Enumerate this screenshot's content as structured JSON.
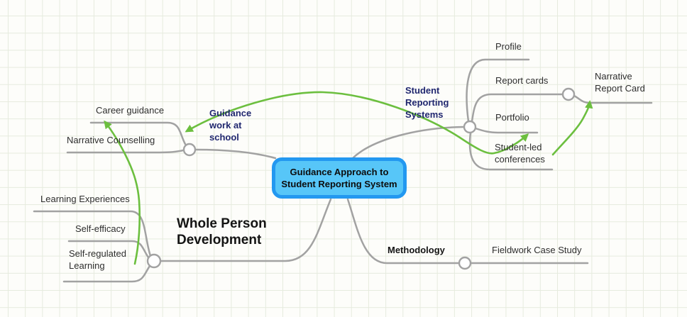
{
  "app": {
    "type": "mind-map"
  },
  "root": {
    "label": "Guidance Approach to Student Reporting System"
  },
  "branches": [
    {
      "label": "Guidance work at school",
      "children": [
        {
          "label": "Career guidance"
        },
        {
          "label": "Narrative Counselling"
        }
      ]
    },
    {
      "label": "Student Reporting Systems",
      "children": [
        {
          "label": "Profile"
        },
        {
          "label": "Report cards",
          "children": [
            {
              "label": "Narrative Report Card"
            }
          ]
        },
        {
          "label": "Portfolio"
        },
        {
          "label": "Student-led conferences"
        }
      ]
    },
    {
      "label": "Whole Person Development",
      "children": [
        {
          "label": "Learning Experiences"
        },
        {
          "label": "Self-efficacy"
        },
        {
          "label": "Self-regulated Learning"
        }
      ]
    },
    {
      "label": "Methodology",
      "children": [
        {
          "label": "Fieldwork Case Study"
        }
      ]
    }
  ],
  "relationships": [
    {
      "from": "Guidance work at school",
      "to": "Student-led conferences",
      "heads": "both"
    },
    {
      "from": "Student-led conferences",
      "to": "Narrative Report Card",
      "heads": "end"
    },
    {
      "from": "Self-regulated Learning",
      "to": "Career guidance",
      "heads": "end"
    }
  ],
  "colors": {
    "accent_green": "#6cbf3f",
    "branch_gray": "#a2a2a2",
    "label_navy": "#20276f",
    "node_fill": "#57c6f8",
    "node_border": "#2398f0",
    "text_dark": "#2e2e2e",
    "grid_line": "#e6ebde",
    "background": "#fdfdfa"
  }
}
